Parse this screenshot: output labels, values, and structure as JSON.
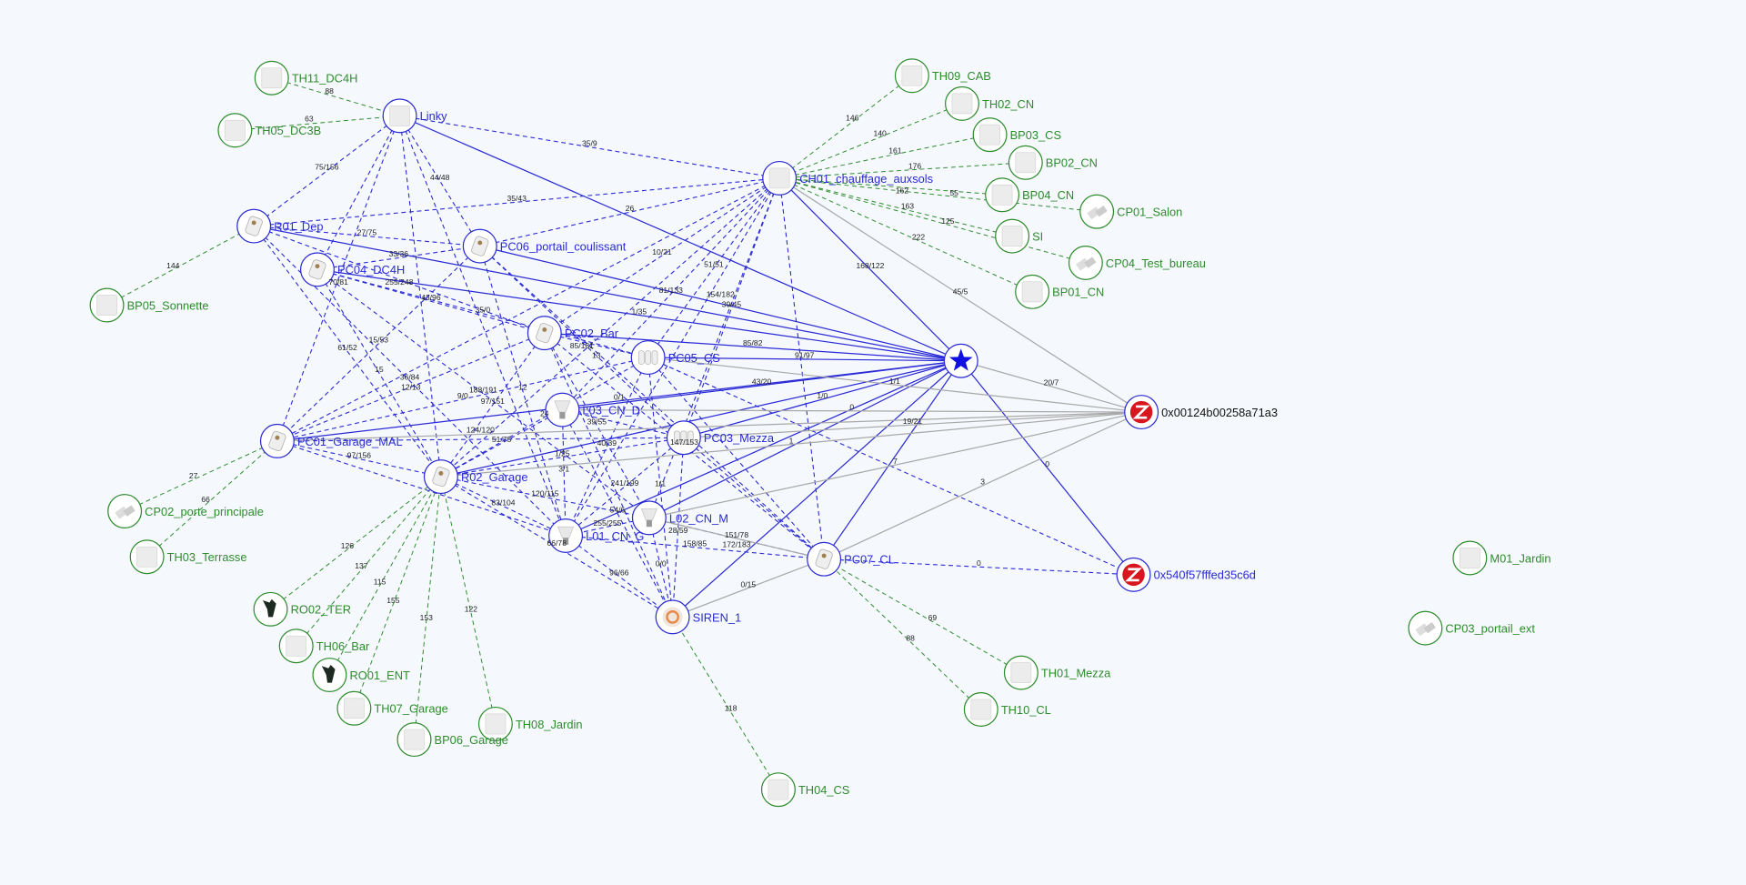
{
  "colors": {
    "router": "#2a2ad6",
    "end_device": "#2e8b2e",
    "gray_link": "#a8a8a8",
    "background": "#f5f8fc",
    "zigbee_red": "#d8161e"
  },
  "nodes": [
    {
      "id": "coordinator",
      "label": "",
      "type": "coordinator",
      "icon": "star-icon"
    },
    {
      "id": "zb1",
      "label": "0x00124b00258a71a3",
      "type": "external",
      "icon": "zigbee-icon"
    },
    {
      "id": "zb2",
      "label": "0x540f57fffed35c6d",
      "type": "external_router",
      "icon": "zigbee-icon"
    },
    {
      "id": "Linky",
      "label": "Linky",
      "type": "router",
      "icon": "meter-icon"
    },
    {
      "id": "R01",
      "label": "R01_Dep",
      "type": "router",
      "icon": "relay-icon"
    },
    {
      "id": "PC04",
      "label": "PC04_DC4H",
      "type": "router",
      "icon": "plug-icon"
    },
    {
      "id": "PC06",
      "label": "PC06_portail_coulissant",
      "type": "router",
      "icon": "plug-icon"
    },
    {
      "id": "PC02",
      "label": "PC02_Bar",
      "type": "router",
      "icon": "plug-icon"
    },
    {
      "id": "PC05",
      "label": "PC05_CS",
      "type": "router",
      "icon": "power-strip-icon"
    },
    {
      "id": "L03",
      "label": "L03_CN_D",
      "type": "router",
      "icon": "bulb-icon"
    },
    {
      "id": "PC03",
      "label": "PC03_Mezza",
      "type": "router",
      "icon": "power-strip-icon"
    },
    {
      "id": "PC01",
      "label": "PC01_Garage_MAL",
      "type": "router",
      "icon": "plug-icon"
    },
    {
      "id": "R02",
      "label": "R02_Garage",
      "type": "router",
      "icon": "relay-icon"
    },
    {
      "id": "L02",
      "label": "L02_CN_M",
      "type": "router",
      "icon": "bulb-icon"
    },
    {
      "id": "L01",
      "label": "L01_CN_G",
      "type": "router",
      "icon": "bulb-icon"
    },
    {
      "id": "SIREN",
      "label": "SIREN_1",
      "type": "router",
      "icon": "siren-icon"
    },
    {
      "id": "PC07",
      "label": "PC07_CL",
      "type": "router",
      "icon": "plug-icon"
    },
    {
      "id": "CH01",
      "label": "CH01_chauffage_auxsols",
      "type": "router",
      "icon": "thermostat-icon"
    },
    {
      "id": "TH11",
      "label": "TH11_DC4H",
      "type": "end",
      "icon": "sensor-icon"
    },
    {
      "id": "TH05",
      "label": "TH05_DC3B",
      "type": "end",
      "icon": "sensor-icon"
    },
    {
      "id": "BP05",
      "label": "BP05_Sonnette",
      "type": "end",
      "icon": "button-icon"
    },
    {
      "id": "TH09",
      "label": "TH09_CAB",
      "type": "end",
      "icon": "sensor-icon"
    },
    {
      "id": "TH02",
      "label": "TH02_CN",
      "type": "end",
      "icon": "sensor-icon"
    },
    {
      "id": "BP03",
      "label": "BP03_CS",
      "type": "end",
      "icon": "button-icon"
    },
    {
      "id": "BP02",
      "label": "BP02_CN",
      "type": "end",
      "icon": "button-icon"
    },
    {
      "id": "BP04",
      "label": "BP04_CN",
      "type": "end",
      "icon": "button-icon"
    },
    {
      "id": "CP01",
      "label": "CP01_Salon",
      "type": "end",
      "icon": "contact-icon"
    },
    {
      "id": "SI",
      "label": "SI",
      "type": "end",
      "icon": "smoke-icon"
    },
    {
      "id": "CP04",
      "label": "CP04_Test_bureau",
      "type": "end",
      "icon": "contact-icon"
    },
    {
      "id": "BP01",
      "label": "BP01_CN",
      "type": "end",
      "icon": "button-icon"
    },
    {
      "id": "CP02",
      "label": "CP02_porte_principale",
      "type": "end",
      "icon": "contact-icon"
    },
    {
      "id": "TH03",
      "label": "TH03_Terrasse",
      "type": "end",
      "icon": "sensor-icon"
    },
    {
      "id": "RO02",
      "label": "RO02_TER",
      "type": "end",
      "icon": "outdoor-plug-icon"
    },
    {
      "id": "TH06",
      "label": "TH06_Bar",
      "type": "end",
      "icon": "sensor-icon"
    },
    {
      "id": "RO01",
      "label": "RO01_ENT",
      "type": "end",
      "icon": "outdoor-plug-icon"
    },
    {
      "id": "TH07",
      "label": "TH07_Garage",
      "type": "end",
      "icon": "sensor-icon"
    },
    {
      "id": "BP06",
      "label": "BP06_Garage",
      "type": "end",
      "icon": "button-icon"
    },
    {
      "id": "TH08",
      "label": "TH08_Jardin",
      "type": "end",
      "icon": "sensor-icon"
    },
    {
      "id": "TH04",
      "label": "TH04_CS",
      "type": "end",
      "icon": "sensor-icon"
    },
    {
      "id": "TH01",
      "label": "TH01_Mezza",
      "type": "end",
      "icon": "sensor-icon"
    },
    {
      "id": "TH10",
      "label": "TH10_CL",
      "type": "end",
      "icon": "sensor-icon"
    },
    {
      "id": "M01",
      "label": "M01_Jardin",
      "type": "end",
      "icon": "motion-icon"
    },
    {
      "id": "CP03",
      "label": "CP03_portail_ext",
      "type": "end",
      "icon": "contact-icon"
    }
  ],
  "links": [
    [
      "TH11",
      "Linky",
      "88",
      "end"
    ],
    [
      "TH05",
      "Linky",
      "63",
      "end"
    ],
    [
      "BP05",
      "R01",
      "144",
      "end"
    ],
    [
      "TH09",
      "CH01",
      "146",
      "end"
    ],
    [
      "TH02",
      "CH01",
      "140",
      "end"
    ],
    [
      "BP03",
      "CH01",
      "161",
      "end"
    ],
    [
      "BP02",
      "CH01",
      "176",
      "end"
    ],
    [
      "BP04",
      "CH01",
      "162",
      "end"
    ],
    [
      "CP01",
      "CH01",
      "55",
      "end"
    ],
    [
      "SI",
      "CH01",
      "163",
      "end"
    ],
    [
      "CP04",
      "CH01",
      "125",
      "end"
    ],
    [
      "BP01",
      "CH01",
      "222",
      "end"
    ],
    [
      "CP02",
      "PC01",
      "27",
      "end"
    ],
    [
      "TH03",
      "PC01",
      "66",
      "end"
    ],
    [
      "RO02",
      "R02",
      "126",
      "end"
    ],
    [
      "TH06",
      "R02",
      "137",
      "end"
    ],
    [
      "RO01",
      "R02",
      "115",
      "end"
    ],
    [
      "TH07",
      "R02",
      "155",
      "end"
    ],
    [
      "BP06",
      "R02",
      "153",
      "end"
    ],
    [
      "TH08",
      "R02",
      "122",
      "end"
    ],
    [
      "TH04",
      "SIREN",
      "118",
      "end"
    ],
    [
      "TH01",
      "PC07",
      "69",
      "end"
    ],
    [
      "TH10",
      "PC07",
      "88",
      "end"
    ],
    [
      "Linky",
      "CH01",
      "35/9",
      "router"
    ],
    [
      "Linky",
      "R01",
      "75/156",
      "router"
    ],
    [
      "Linky",
      "PC01",
      "70/81",
      "router"
    ],
    [
      "Linky",
      "PC06",
      "44/48",
      "router"
    ],
    [
      "Linky",
      "R02",
      "",
      "router"
    ],
    [
      "Linky",
      "L01",
      "",
      "router"
    ],
    [
      "Linky",
      "PC04",
      "",
      "router"
    ],
    [
      "R01",
      "CH01",
      "35/43",
      "router"
    ],
    [
      "R01",
      "PC06",
      "27/75",
      "router"
    ],
    [
      "R01",
      "PC02",
      "255/248",
      "router"
    ],
    [
      "R01",
      "R02",
      "61/52",
      "router"
    ],
    [
      "R01",
      "L01",
      "36/84",
      "router"
    ],
    [
      "PC04",
      "PC06",
      "33/36",
      "router"
    ],
    [
      "PC04",
      "PC05",
      "35/0",
      "router"
    ],
    [
      "PC04",
      "R02",
      "15",
      "router"
    ],
    [
      "PC04",
      "L02",
      "188/191",
      "router"
    ],
    [
      "PC04",
      "PC02",
      "43/96",
      "router"
    ],
    [
      "PC06",
      "CH01",
      "26",
      "router"
    ],
    [
      "PC06",
      "PC01",
      "15/53",
      "router"
    ],
    [
      "PC06",
      "L01",
      "12",
      "router"
    ],
    [
      "PC06",
      "PC03",
      "85/181",
      "router"
    ],
    [
      "PC06",
      "PC07",
      "",
      "router"
    ],
    [
      "CH01",
      "PC02",
      "10/21",
      "router"
    ],
    [
      "CH01",
      "L03",
      "81/133",
      "router"
    ],
    [
      "CH01",
      "PC05",
      "51/51",
      "router"
    ],
    [
      "CH01",
      "PC03",
      "39/45",
      "router"
    ],
    [
      "CH01",
      "L02",
      "",
      "router"
    ],
    [
      "CH01",
      "L01",
      "",
      "router"
    ],
    [
      "CH01",
      "PC07",
      "",
      "router"
    ],
    [
      "CH01",
      "R02",
      "",
      "router"
    ],
    [
      "CH01",
      "PC01",
      "",
      "router"
    ],
    [
      "PC02",
      "PC01",
      "12/13",
      "router"
    ],
    [
      "PC02",
      "R02",
      "97/151",
      "router"
    ],
    [
      "PC02",
      "L02",
      "39/55",
      "router"
    ],
    [
      "PC02",
      "PC07",
      "147/153",
      "router"
    ],
    [
      "PC02",
      "SIREN",
      "",
      "router"
    ],
    [
      "PC02",
      "PC05",
      "13",
      "router"
    ],
    [
      "PC05",
      "PC01",
      "9/0",
      "router"
    ],
    [
      "PC05",
      "R02",
      "24",
      "router"
    ],
    [
      "PC05",
      "L01",
      "40/39",
      "router"
    ],
    [
      "PC05",
      "SIREN",
      "1/1",
      "router"
    ],
    [
      "PC05",
      "PC07",
      "",
      "router"
    ],
    [
      "L03",
      "R02",
      "51/75",
      "router"
    ],
    [
      "L03",
      "L01",
      "3/1",
      "router"
    ],
    [
      "L03",
      "SIREN",
      "54/6",
      "router"
    ],
    [
      "L03",
      "PC03",
      "",
      "router"
    ],
    [
      "PC03",
      "PC01",
      "124/120",
      "router"
    ],
    [
      "PC03",
      "R02",
      "1/25",
      "router"
    ],
    [
      "PC03",
      "L01",
      "241/199",
      "router"
    ],
    [
      "PC03",
      "SIREN",
      "28/59",
      "router"
    ],
    [
      "PC03",
      "PC07",
      "",
      "router"
    ],
    [
      "PC01",
      "R02",
      "97/156",
      "router"
    ],
    [
      "PC01",
      "L01",
      "",
      "router"
    ],
    [
      "R02",
      "L02",
      "120/115",
      "router"
    ],
    [
      "R02",
      "L01",
      "83/104",
      "router"
    ],
    [
      "R02",
      "SIREN",
      "66/78",
      "router"
    ],
    [
      "L02",
      "L01",
      "255/255",
      "router"
    ],
    [
      "L02",
      "SIREN",
      "0/0",
      "router"
    ],
    [
      "L02",
      "PC07",
      "151/78",
      "router"
    ],
    [
      "L01",
      "SIREN",
      "96/66",
      "router"
    ],
    [
      "L01",
      "PC07",
      "158/85",
      "router"
    ],
    [
      "PC07",
      "zb2",
      "0",
      "router"
    ],
    [
      "PC05",
      "zb2",
      "",
      "router"
    ],
    [
      "Linky",
      "coordinator",
      "",
      "coord"
    ],
    [
      "R01",
      "coordinator",
      "",
      "coord"
    ],
    [
      "PC04",
      "coordinator",
      "1/35",
      "coord"
    ],
    [
      "PC06",
      "coordinator",
      "154/182",
      "coord"
    ],
    [
      "PC02",
      "coordinator",
      "85/82",
      "coord"
    ],
    [
      "PC05",
      "coordinator",
      "91/97",
      "coord"
    ],
    [
      "L03",
      "coordinator",
      "43/20",
      "coord"
    ],
    [
      "PC03",
      "coordinator",
      "1/0",
      "coord"
    ],
    [
      "PC01",
      "coordinator",
      "0/1",
      "coord"
    ],
    [
      "R02",
      "coordinator",
      "",
      "coord"
    ],
    [
      "L02",
      "coordinator",
      "",
      "coord"
    ],
    [
      "L01",
      "coordinator",
      "",
      "coord"
    ],
    [
      "SIREN",
      "coordinator",
      "",
      "coord"
    ],
    [
      "PC07",
      "coordinator",
      "",
      "coord"
    ],
    [
      "CH01",
      "coordinator",
      "168/122",
      "coord"
    ],
    [
      "zb2",
      "coordinator",
      "0",
      "coord"
    ],
    [
      "CH01",
      "zb1",
      "45/5",
      "gray"
    ],
    [
      "coordinator",
      "zb1",
      "20/7",
      "gray"
    ],
    [
      "PC05",
      "zb1",
      "1/1",
      "gray"
    ],
    [
      "L03",
      "zb1",
      "0",
      "gray"
    ],
    [
      "PC03",
      "zb1",
      "19/21",
      "gray"
    ],
    [
      "PC01",
      "zb1",
      "",
      "gray"
    ],
    [
      "R02",
      "zb1",
      "1",
      "gray"
    ],
    [
      "L02",
      "zb1",
      "7",
      "gray"
    ],
    [
      "PC07",
      "zb1",
      "3",
      "gray"
    ],
    [
      "SIREN",
      "PC07",
      "0/15",
      "gray"
    ],
    [
      "L02",
      "PC07",
      "172/183",
      "gray"
    ]
  ]
}
